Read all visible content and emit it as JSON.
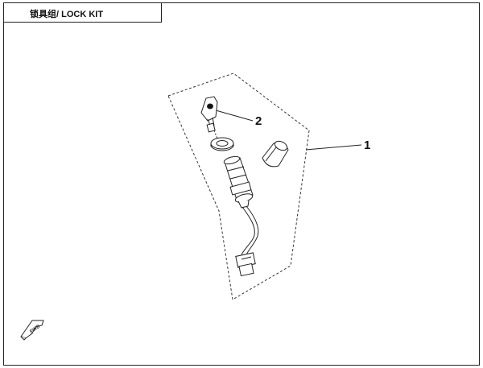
{
  "header": {
    "title": "锁具组/ LOCK KIT"
  },
  "callouts": [
    {
      "id": "1",
      "label": "1",
      "part": "lock-kit-assembly"
    },
    {
      "id": "2",
      "label": "2",
      "part": "key-with-bracket"
    }
  ],
  "fwd_indicator": {
    "text": "FWD"
  }
}
